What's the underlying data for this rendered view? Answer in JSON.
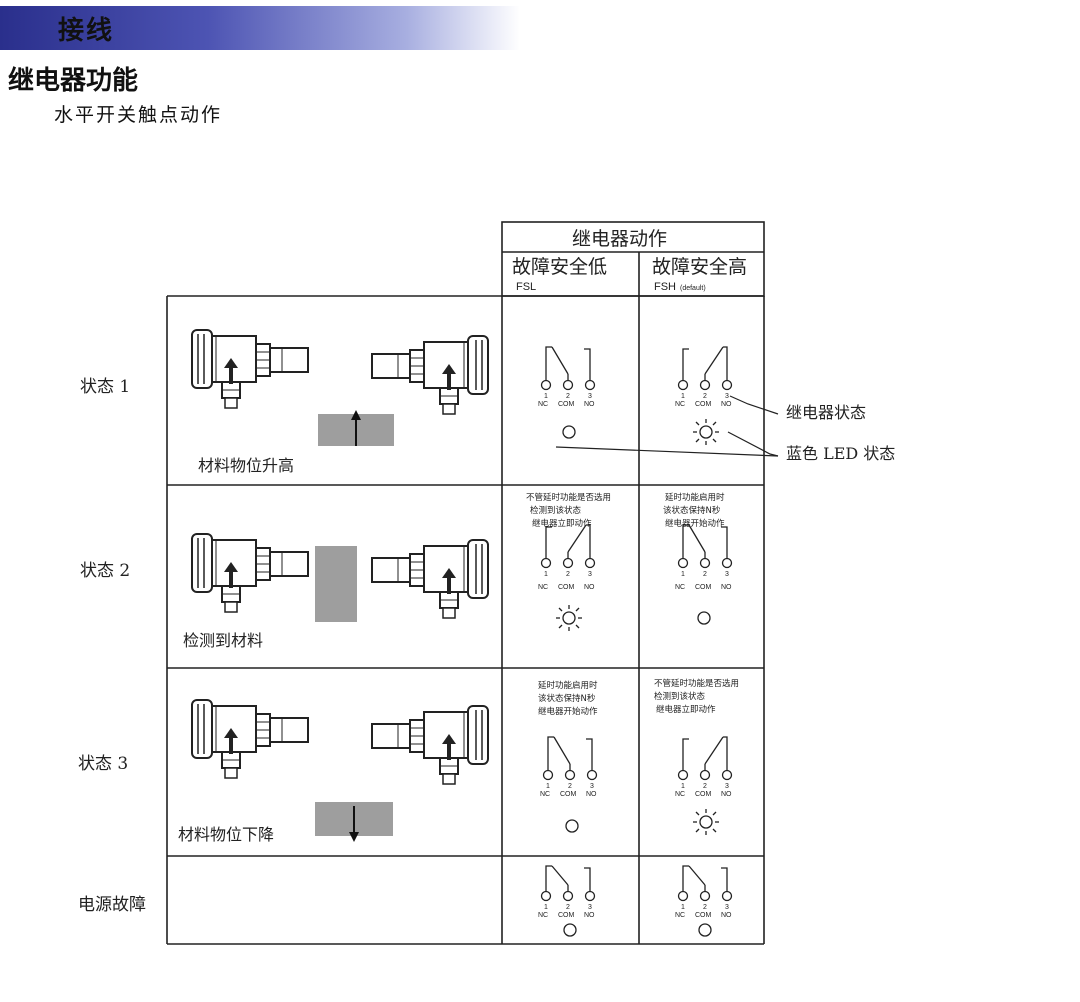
{
  "banner": {
    "title": "接线"
  },
  "heading": "继电器功能",
  "subheading": "水平开关触点动作",
  "table": {
    "relay_action": "继电器动作",
    "fsl_title": "故障安全低",
    "fsl_code": "FSL",
    "fsh_title": "故障安全高",
    "fsh_code": "FSH",
    "fsh_default": "(default)"
  },
  "terminals": {
    "nums": [
      "1",
      "2",
      "3"
    ],
    "nc": "NC",
    "com": "COM",
    "no": "NO"
  },
  "rows": [
    {
      "state": "状态 1",
      "caption": "材料物位升高",
      "fsl_note": [],
      "fsh_note": []
    },
    {
      "state": "状态 2",
      "caption": "检测到材料",
      "fsl_note": [
        "不管延时功能是否选用",
        "检测到该状态",
        "继电器立即动作"
      ],
      "fsh_note": [
        "延时功能启用时",
        "该状态保持N秒",
        "继电器开始动作"
      ]
    },
    {
      "state": "状态 3",
      "caption": "材料物位下降",
      "fsl_note": [
        "延时功能启用时",
        "该状态保持N秒",
        "继电器开始动作"
      ],
      "fsh_note": [
        "不管延时功能是否选用",
        "检测到该状态",
        "继电器立即动作"
      ]
    },
    {
      "state": "电源故障",
      "caption": "",
      "fsl_note": [],
      "fsh_note": []
    }
  ],
  "callouts": {
    "relay_state": "继电器状态",
    "led_state": "蓝色 LED 状态"
  },
  "colors": {
    "banner_dark": "#2a2f8c",
    "banner_light": "#a7aee0",
    "ink": "#222222",
    "material": "#8d8d8d"
  }
}
